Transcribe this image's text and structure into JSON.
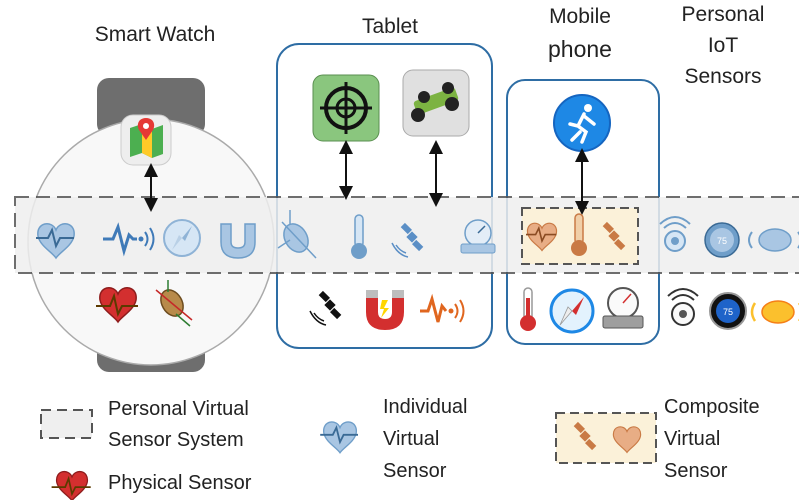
{
  "devices": {
    "smart_watch": "Smart Watch",
    "tablet": "Tablet",
    "mobile_line1": "Mobile",
    "mobile_line2": "phone",
    "iot_line1": "Personal",
    "iot_line2": "IoT",
    "iot_line3": "Sensors"
  },
  "thermostat_value": "75",
  "legend": {
    "pvss": [
      "Personal Virtual",
      "Sensor System"
    ],
    "individual": [
      "Individual",
      "Virtual",
      "Sensor"
    ],
    "composite": [
      "Composite",
      "Virtual",
      "Sensor"
    ],
    "physical": "Physical Sensor"
  },
  "colors": {
    "container_border": "#2e6da4",
    "virtual_blue": "#6f9ec9",
    "physical_red": "#c62828",
    "physical_orange": "#d9631e",
    "composite_fill": "#fbf1d9",
    "dashed_border": "#555555",
    "band_fill": "#efefef"
  },
  "icons": {
    "app_maps": "maps-app-icon",
    "app_target": "target-app-icon",
    "app_rc_car": "rc-car-app-icon",
    "app_running": "running-app-icon"
  }
}
